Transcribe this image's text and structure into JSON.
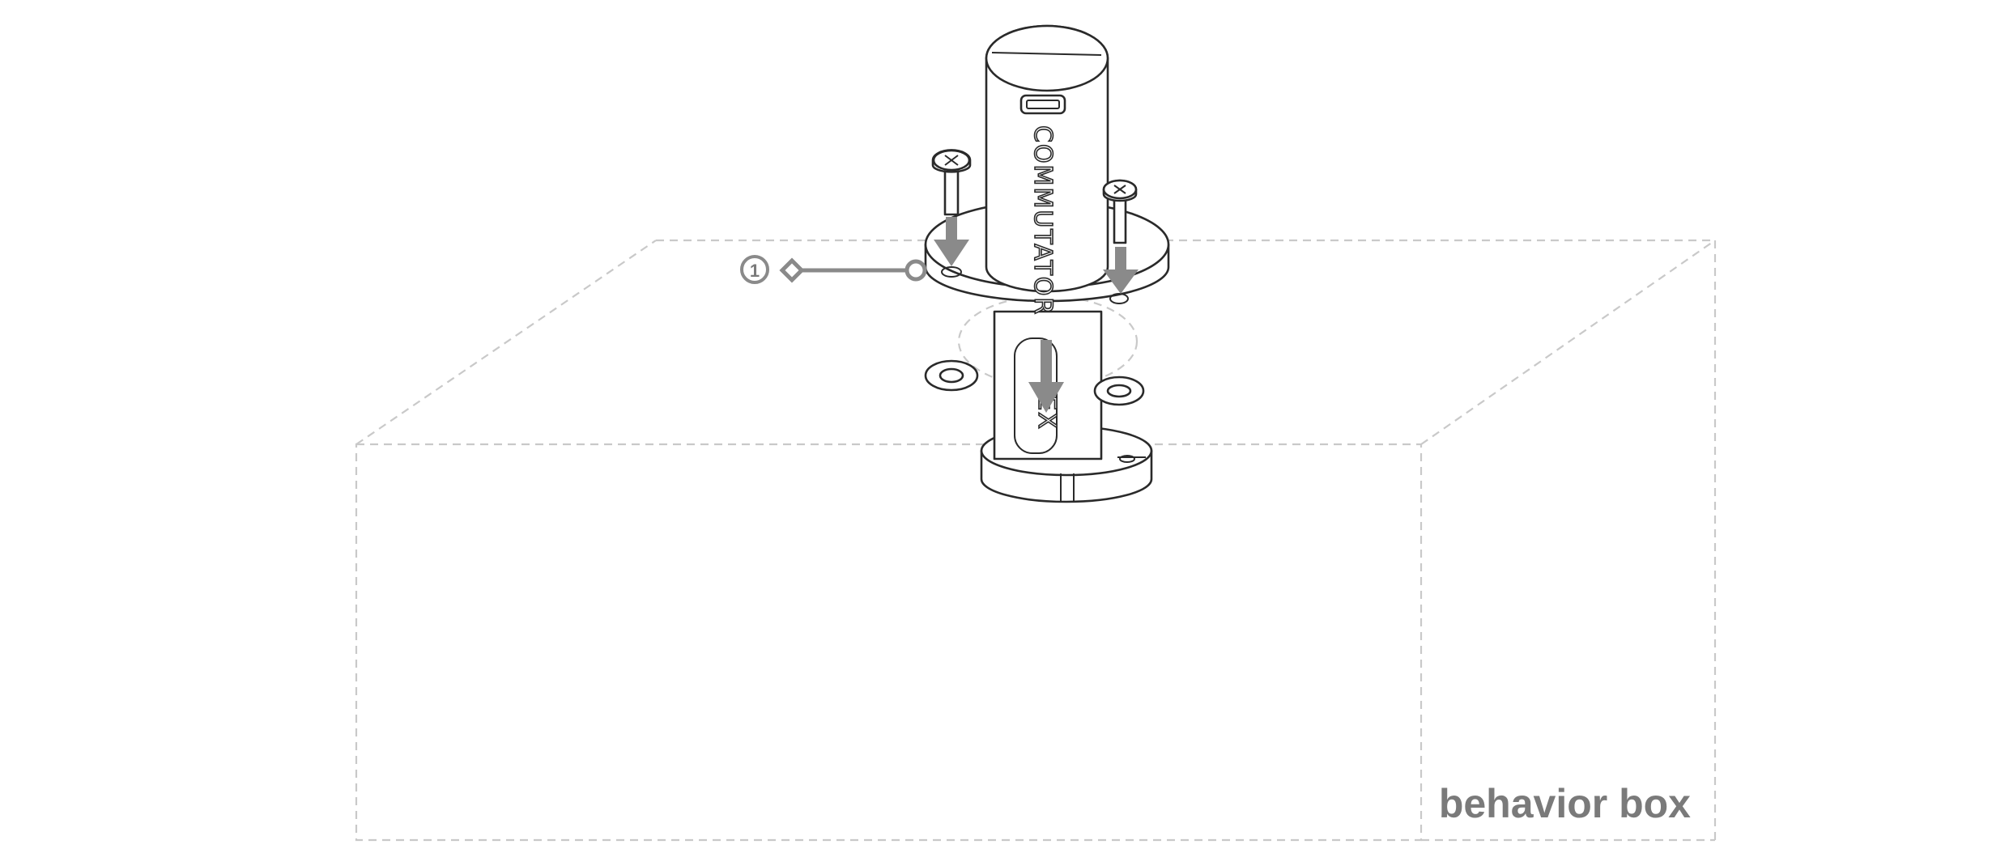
{
  "labels": {
    "box_label": "behavior box",
    "callout_number": "1",
    "commutator_text": "COMMUTATOR",
    "lower_text": "EX"
  },
  "icons": [
    "screw-icon",
    "washer-icon",
    "down-arrow-icon",
    "callout-marker-icon"
  ],
  "colors": {
    "outline": "#2a2a2a",
    "dashed_box": "#c9c9c9",
    "callout": "#8a8a8a",
    "label": "#7a7a7a"
  }
}
